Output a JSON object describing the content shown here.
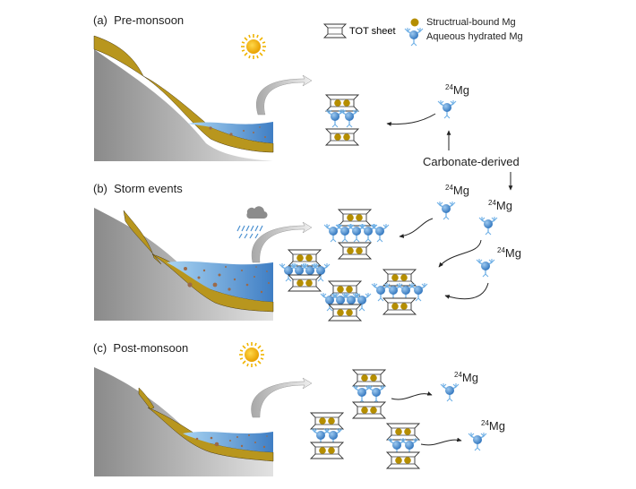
{
  "figure": {
    "panels": [
      {
        "id": "a",
        "tag": "(a)",
        "title": "Pre-monsoon",
        "weather": "sun-icon"
      },
      {
        "id": "b",
        "tag": "(b)",
        "title": "Storm events",
        "weather": "rain-cloud-icon"
      },
      {
        "id": "c",
        "tag": "(c)",
        "title": "Post-monsoon",
        "weather": "sun-icon"
      }
    ],
    "legend": {
      "tot_sheet": "TOT sheet",
      "structural_mg": "Structrual-bound Mg",
      "aqueous_mg": "Aqueous hydrated Mg"
    },
    "isotope": {
      "mass": "24",
      "element": "Mg"
    },
    "carbonate_label": "Carbonate-derived",
    "colors": {
      "bedrock": "#9a9a9a",
      "soil": "#b8961e",
      "water": "#5b9bd5",
      "structural_mg": "#b58e00",
      "aqueous_mg": "#4a90d0",
      "sun": "#f0b400"
    }
  }
}
